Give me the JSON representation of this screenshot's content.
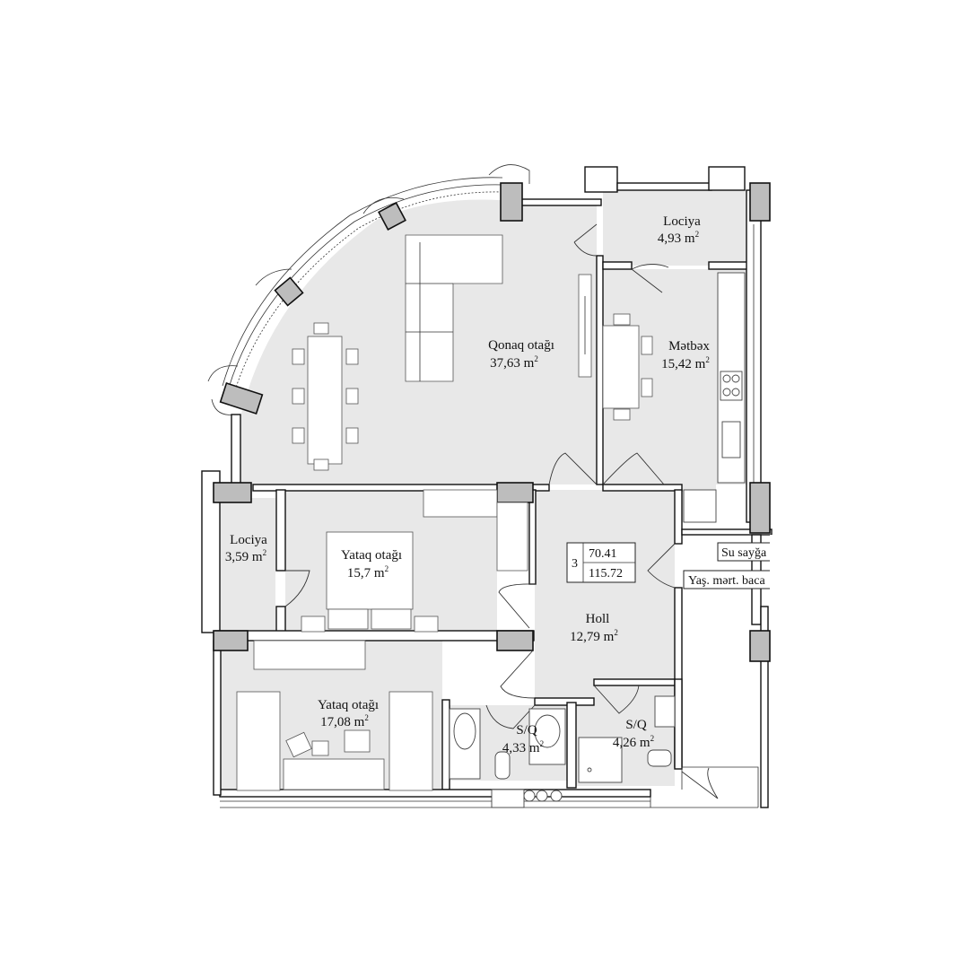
{
  "rooms": [
    {
      "id": "living",
      "name": "Qonaq otağı",
      "area": "37,63 m",
      "unit_sup": "2"
    },
    {
      "id": "loggia_top",
      "name": "Lociya",
      "area": "4,93 m",
      "unit_sup": "2"
    },
    {
      "id": "kitchen",
      "name": "Mətbəx",
      "area": "15,42 m",
      "unit_sup": "2"
    },
    {
      "id": "loggia_left",
      "name": "Lociya",
      "area": "3,59 m",
      "unit_sup": "2"
    },
    {
      "id": "bedroom_1",
      "name": "Yataq otağı",
      "area": "15,7 m",
      "unit_sup": "2"
    },
    {
      "id": "hall",
      "name": "Holl",
      "area": "12,79 m",
      "unit_sup": "2"
    },
    {
      "id": "bedroom_2",
      "name": "Yataq otağı",
      "area": "17,08 m",
      "unit_sup": "2"
    },
    {
      "id": "bath_1",
      "name": "S/Q",
      "area": "4,33 m",
      "unit_sup": "2"
    },
    {
      "id": "bath_2",
      "name": "S/Q",
      "area": "4,26 m",
      "unit_sup": "2"
    }
  ],
  "apartment_tag": {
    "rooms": "3",
    "living_area": "70.41",
    "total_area": "115.72"
  },
  "corridor_labels": {
    "meter": "Su sayğa",
    "shaft": "Yaş. mərt. baca"
  },
  "colors": {
    "floor": "#e8e8e8",
    "column": "#bdbdbd",
    "wall": "#111111"
  }
}
